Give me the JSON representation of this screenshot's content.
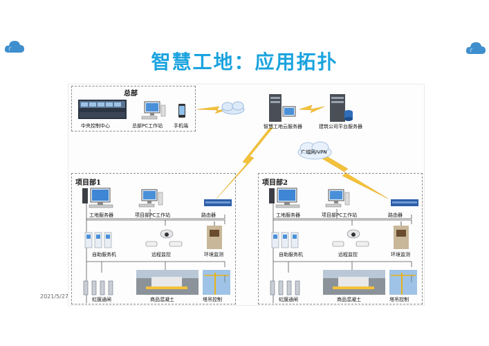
{
  "slide": {
    "title": "智慧工地：应用拓扑",
    "date": "2021/5/27"
  },
  "headquarters": {
    "title": "总部",
    "items": [
      "中央控制中心",
      "总部PC工作站",
      "手机端"
    ]
  },
  "servers": {
    "cloud_server": "智慧工地云服务器",
    "platform_server": "建筑公司平台服务器",
    "network": "广域网/VPN"
  },
  "projects": [
    {
      "title": "项目部1",
      "workstation_row": [
        "工地服务器",
        "项目部PC工作站",
        "路由器"
      ],
      "monitor_row": [
        "自助服务机",
        "远程监控",
        "环境监测"
      ],
      "site_row": [
        "虹膜通闸",
        "商品混凝土",
        "塔吊控制"
      ]
    },
    {
      "title": "项目部2",
      "workstation_row": [
        "工地服务器",
        "项目部PC工作站",
        "路由器"
      ],
      "monitor_row": [
        "自助服务机",
        "远程监控",
        "环境监测"
      ],
      "site_row": [
        "虹膜通闸",
        "商品混凝土",
        "塔吊控制"
      ]
    }
  ],
  "colors": {
    "title": "#1aa3df",
    "corner_cloud": "#3f8fce",
    "lightning": "#f3c23a",
    "router": "#2e5fa8"
  }
}
